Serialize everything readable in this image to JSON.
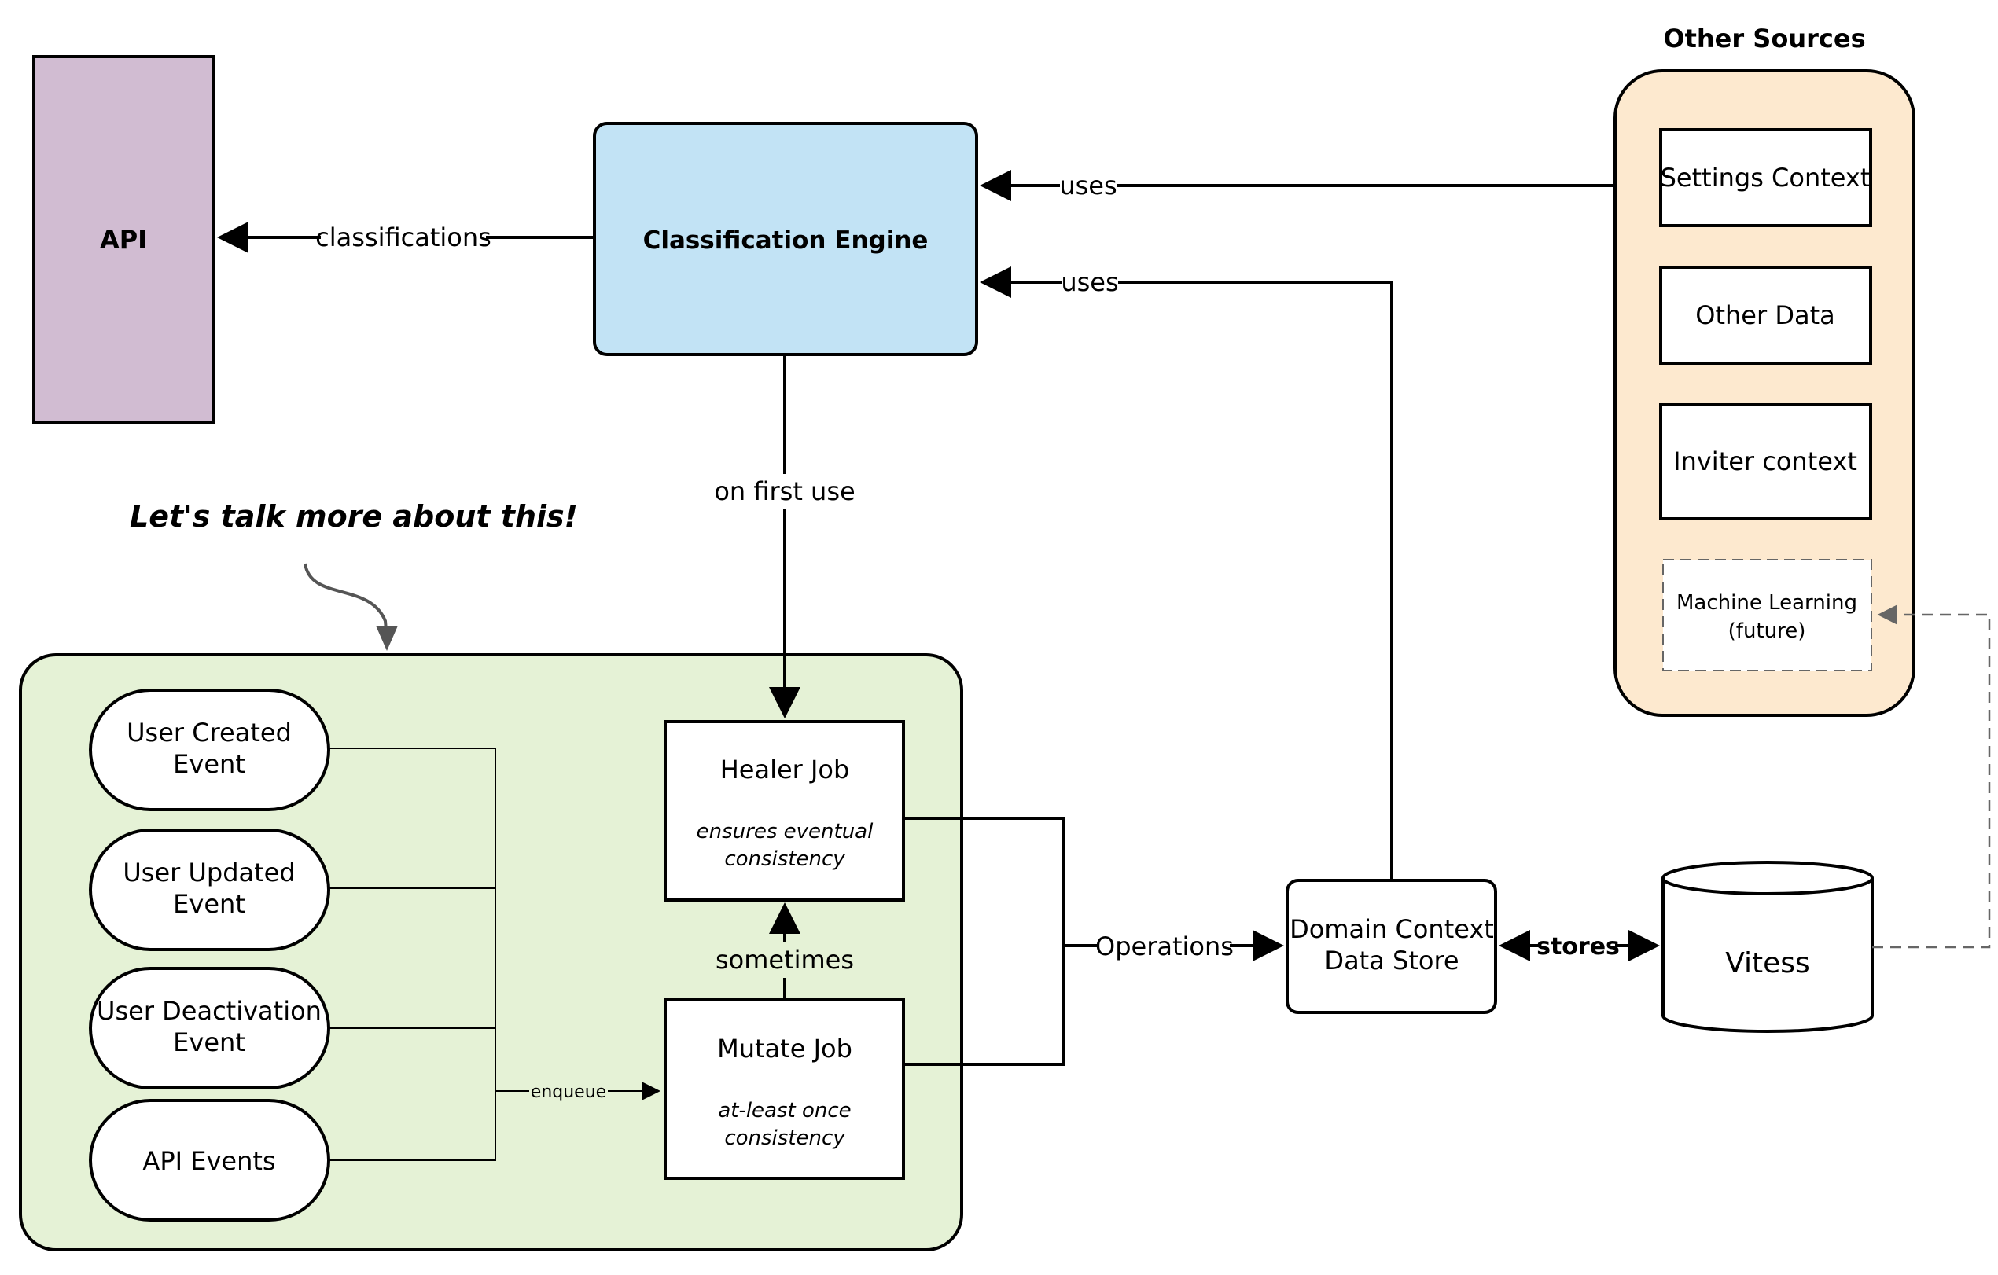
{
  "colors": {
    "api_fill": "#d1bcd2",
    "engine_fill": "#c2e3f5",
    "other_sources_fill": "#fde9cf",
    "jobs_group_fill": "#e5f2d6",
    "healer_subtitle": "#1a8c7a",
    "mutate_subtitle": "#c0253a",
    "annotation_text": "#333333",
    "dashed_stroke": "#666666"
  },
  "api": {
    "label": "API"
  },
  "engine": {
    "label": "Classification Engine"
  },
  "other_sources": {
    "title": "Other Sources",
    "items": [
      {
        "line1": "Settings Context"
      },
      {
        "line1": "Other Data"
      },
      {
        "line1": "Inviter context"
      }
    ],
    "ml": {
      "line1": "Machine Learning",
      "line2": "(future)"
    }
  },
  "annotation": {
    "text": "Let's talk more about this!"
  },
  "events": [
    {
      "line1": "User Created",
      "line2": "Event"
    },
    {
      "line1": "User Updated",
      "line2": "Event"
    },
    {
      "line1": "User Deactivation",
      "line2": "Event"
    },
    {
      "line1": "API Events",
      "line2": ""
    }
  ],
  "healer": {
    "title": "Healer Job",
    "sub1": "ensures eventual",
    "sub2": "consistency"
  },
  "mutate": {
    "title": "Mutate Job",
    "sub1": "at-least once",
    "sub2": "consistency"
  },
  "store": {
    "line1": "Domain Context",
    "line2": "Data Store"
  },
  "vitess": {
    "label": "Vitess"
  },
  "edges": {
    "classifications": "classifications",
    "uses_settings": "uses",
    "uses_store": "uses",
    "on_first_use": "on first use",
    "sometimes": "sometimes",
    "enqueue": "enqueue",
    "operations": "Operations",
    "stores": "stores"
  }
}
